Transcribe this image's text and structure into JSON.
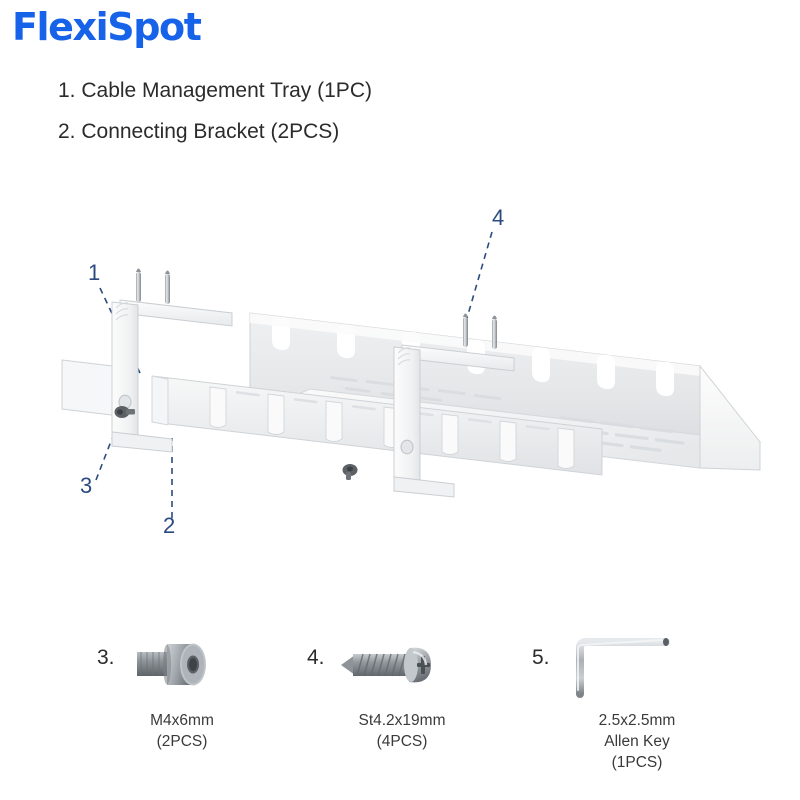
{
  "brand": {
    "logo_text": "FlexiSpot",
    "logo_color": "#1662E8"
  },
  "parts_list": {
    "items": [
      {
        "label": "1. Cable Management Tray (1PC)"
      },
      {
        "label": "2. Connecting Bracket (2PCS)"
      }
    ]
  },
  "diagram": {
    "callout_color": "#2B4A80",
    "product_color": "#F2F3F4",
    "callouts": [
      {
        "number": "1",
        "target": "cable-management-tray"
      },
      {
        "number": "2",
        "target": "connecting-bracket"
      },
      {
        "number": "3",
        "target": "m4x6mm-bolt"
      },
      {
        "number": "4",
        "target": "st4.2x19mm-screw"
      }
    ]
  },
  "hardware": {
    "items": [
      {
        "number": "3.",
        "icon": "hex-socket-bolt-icon",
        "caption_lines": [
          "M4x6mm",
          "(2PCS)"
        ]
      },
      {
        "number": "4.",
        "icon": "pan-head-phillips-screw-icon",
        "caption_lines": [
          "St4.2x19mm",
          "(4PCS)"
        ]
      },
      {
        "number": "5.",
        "icon": "allen-key-icon",
        "caption_lines": [
          "2.5x2.5mm",
          "Allen Key",
          "(1PCS)"
        ]
      }
    ]
  }
}
